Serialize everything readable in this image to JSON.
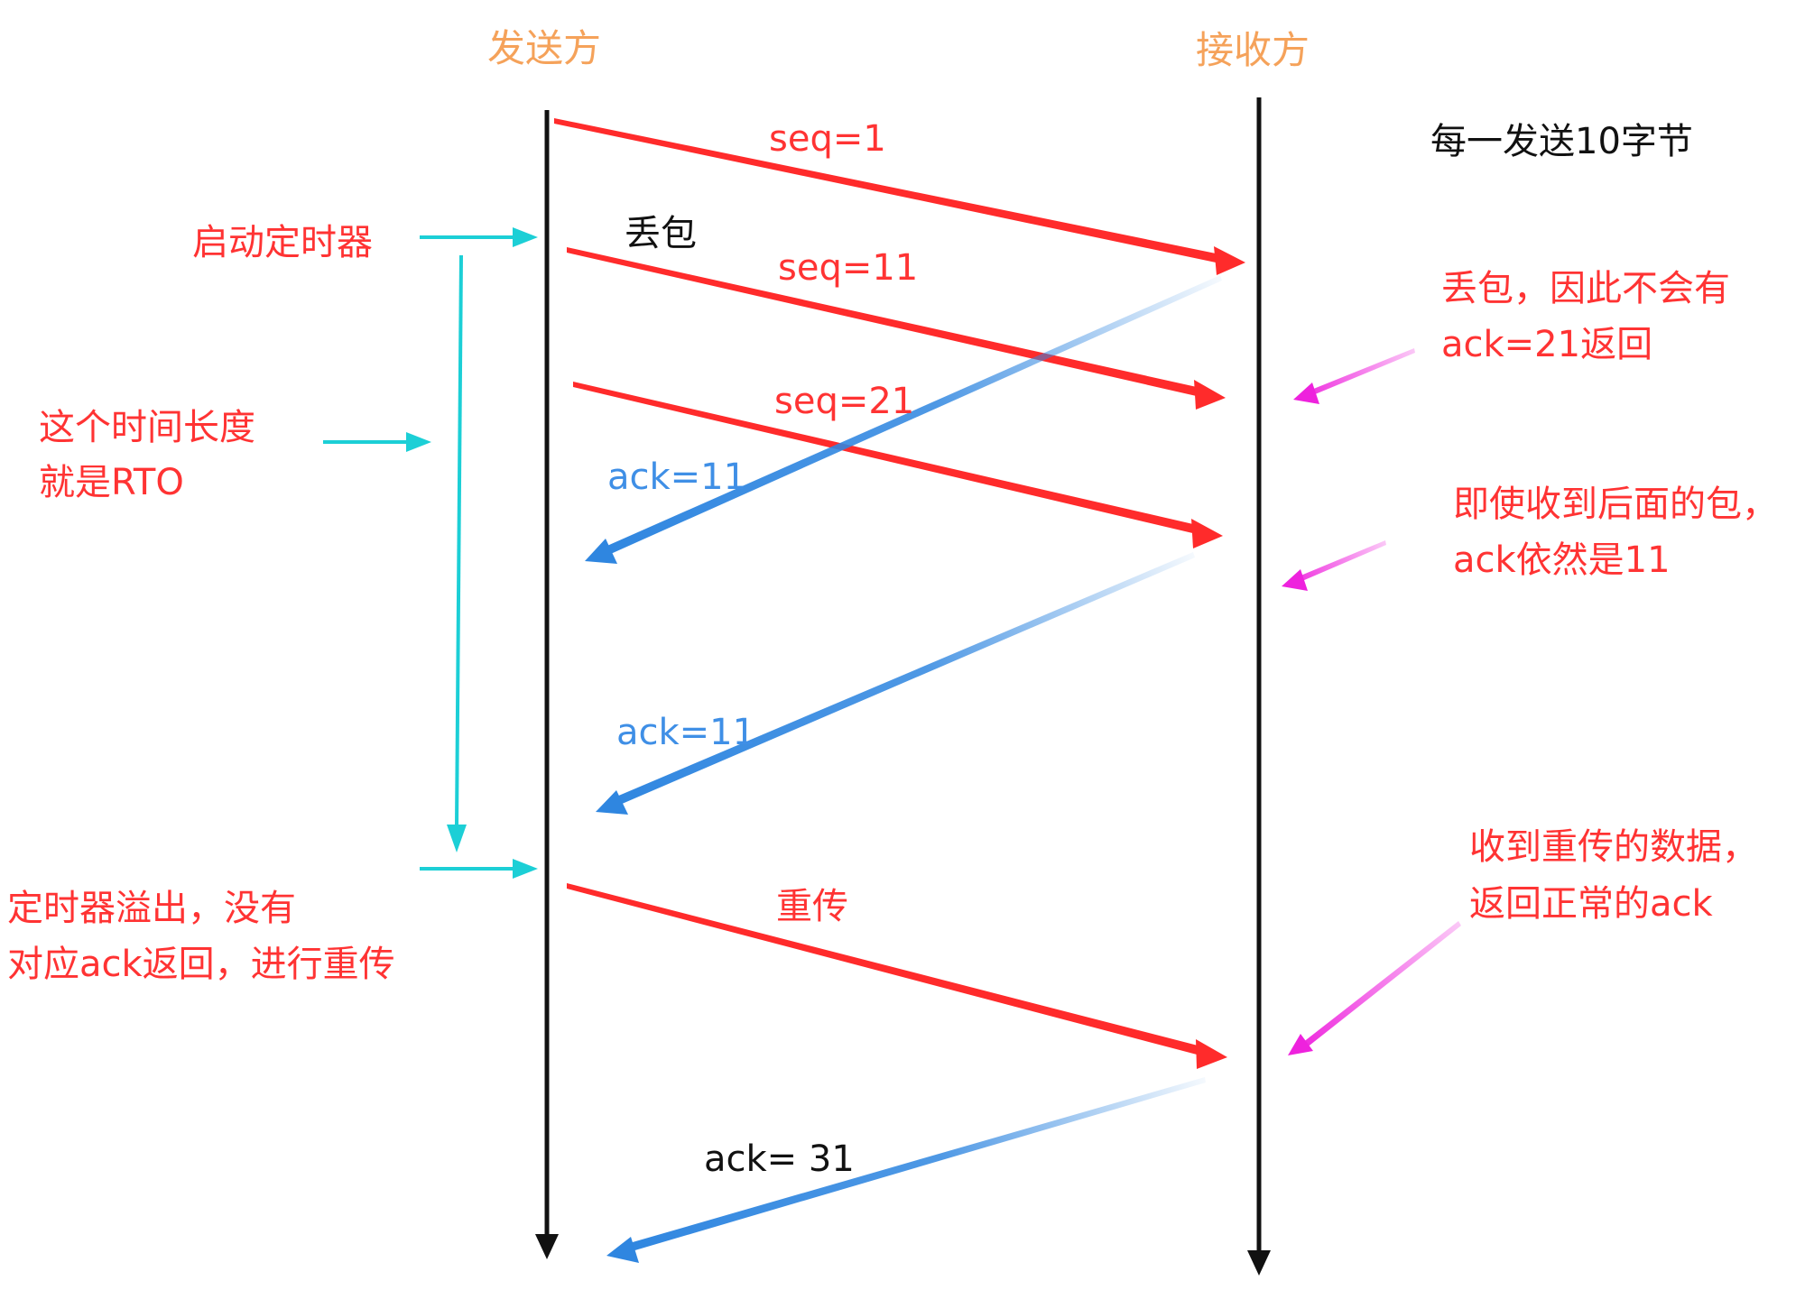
{
  "colors": {
    "lifeline": "#111111",
    "data_arrow": "#ff2b2b",
    "ack_arrow": "#2f86e0",
    "timer_arrow": "#1ccfd6",
    "note_arrow": "#ee22dd",
    "header": "#f5a25a",
    "note_red": "#ff3333",
    "ack_label": "#3f8fe6",
    "black_text": "#111111"
  },
  "lifelines": {
    "sender": "发送方",
    "receiver": "接收方"
  },
  "top_note": "每一发送10字节",
  "messages": {
    "seq1": "seq=1",
    "seq11": "seq=11",
    "seq21": "seq=21",
    "ack11_first": "ack=11",
    "ack11_second": "ack=11",
    "retransmit": "重传",
    "ack31": "ack= 31"
  },
  "packet_lost": "丢包",
  "left_notes": {
    "start_timer": "启动定时器",
    "rto_line1": "这个时间长度",
    "rto_line2": "就是RTO",
    "timeout_line1": "定时器溢出，没有",
    "timeout_line2": "对应ack返回，进行重传"
  },
  "right_notes": {
    "lost_line1": "丢包，因此不会有",
    "lost_line2": "ack=21返回",
    "still_line1": "即使收到后面的包，",
    "still_line2": "ack依然是11",
    "recv_line1": "收到重传的数据，",
    "recv_line2": "返回正常的ack"
  }
}
